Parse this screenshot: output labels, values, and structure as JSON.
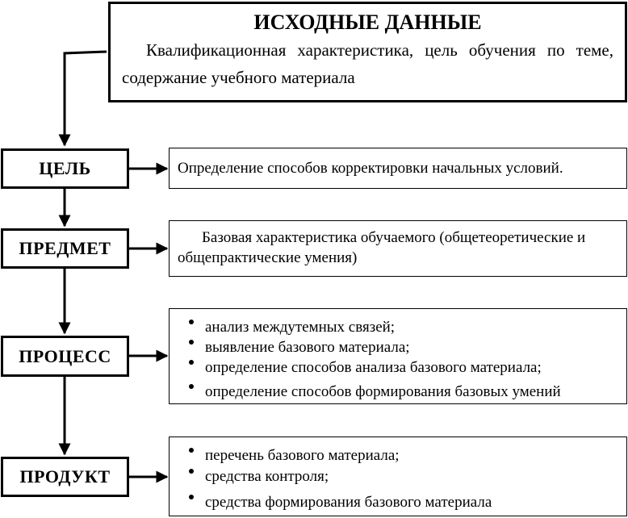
{
  "header": {
    "title": "ИСХОДНЫЕ ДАННЫЕ",
    "text": "Квалификационная характеристика, цель обучения по теме, содержание учебного материала"
  },
  "stages": [
    {
      "label": "ЦЕЛЬ",
      "description": "Определение способов корректировки начальных условий."
    },
    {
      "label": "ПРЕДМЕТ",
      "description": "Базовая характеристика обучаемого (общетеоретические и общепрактические умения)"
    },
    {
      "label": "ПРОЦЕСС",
      "items": [
        "анализ междутемных связей;",
        "выявление базового материала;",
        "определение способов анализа базового материала;",
        "определение способов формирования базовых умений"
      ]
    },
    {
      "label": "ПРОДУКТ",
      "items": [
        "перечень базового материала;",
        "средства контроля;",
        "средства формирования базового материала"
      ]
    }
  ]
}
